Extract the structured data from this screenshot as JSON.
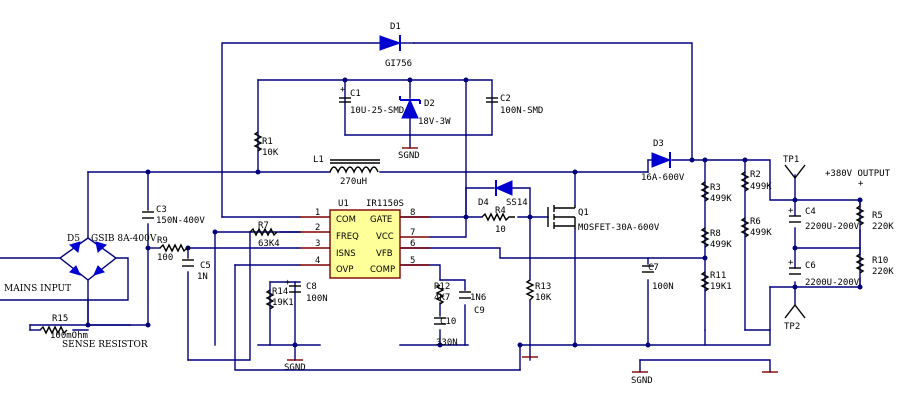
{
  "labels": {
    "d1_ref": "D1",
    "d1_val": "GI756",
    "c1_ref": "C1",
    "c1_val": "10U-25-SMD",
    "d2_ref": "D2",
    "d2_val": "18V-3W",
    "c2_ref": "C2",
    "c2_val": "100N-SMD",
    "r1_ref": "R1",
    "r1_val": "10K",
    "sgnd_top": "SGND",
    "l1_ref": "L1",
    "l1_val": "270uH",
    "d3_ref": "D3",
    "d3_val": "16A-600V",
    "tp1": "TP1",
    "out": "+380V OUTPUT",
    "r2_ref": "R2",
    "r2_val": "499K",
    "r3_ref": "R3",
    "r3_val": "499K",
    "c3_ref": "C3",
    "c3_val": "150N-400V",
    "u1_ref": "U1",
    "u1_val": "IR1150S",
    "d4_ref": "D4",
    "d4_val": "SS14",
    "q1_ref": "Q1",
    "q1_val": "MOSFET-30A-600V",
    "c4_ref": "C4",
    "c4_val": "2200U-200V",
    "r5_ref": "R5",
    "r5_val": "220K",
    "d5_ref": "D5",
    "d5_val": "GSIB 8A-400V",
    "r9_ref": "R9",
    "r9_val": "100",
    "r7_ref": "R7",
    "r7_val": "63K4",
    "r4_ref": "R4",
    "r4_val": "10",
    "r8_ref": "R8",
    "r8_val": "499K",
    "r6_ref": "R6",
    "r6_val": "499K",
    "c5_ref": "C5",
    "c5_val": "1N",
    "c6_ref": "C6",
    "c6_val": "2200U-200V",
    "r10_ref": "R10",
    "r10_val": "220K",
    "r11_ref": "R11",
    "r11_val": "19K1",
    "c7_ref": "C7",
    "c7_val": "100N",
    "mains": "MAINS INPUT",
    "r14_ref": "R14",
    "r14_val": "19K1",
    "c8_ref": "C8",
    "c8_val": "100N",
    "r12_ref": "R12",
    "r12_val": "4K7",
    "c9_ref": "C9",
    "c9_val": "1N6",
    "r13_ref": "R13",
    "r13_val": "10K",
    "r15_ref": "R15",
    "r15_val": "100mOhm",
    "r15_desc": "SENSE RESISTOR",
    "c10_ref": "C10",
    "c10_val": "330N",
    "tp2": "TP2",
    "sgnd_mid": "SGND",
    "sgnd_bot": "SGND",
    "plus1": "+",
    "plus2": "+",
    "plus3": "+",
    "plus4": "+",
    "plus5": "+"
  },
  "ic": {
    "pins_left": [
      {
        "num": "1",
        "name": "COM"
      },
      {
        "num": "2",
        "name": "FREQ"
      },
      {
        "num": "3",
        "name": "ISNS"
      },
      {
        "num": "4",
        "name": "OVP"
      }
    ],
    "pins_right": [
      {
        "num": "8",
        "name": "GATE"
      },
      {
        "num": "7",
        "name": "VCC"
      },
      {
        "num": "6",
        "name": "VFB"
      },
      {
        "num": "5",
        "name": "COMP"
      }
    ]
  },
  "colors": {
    "wire": "#00007f",
    "diode": "#0000d0",
    "chip_fill": "#ffff99",
    "chip_border": "#7f0000"
  }
}
